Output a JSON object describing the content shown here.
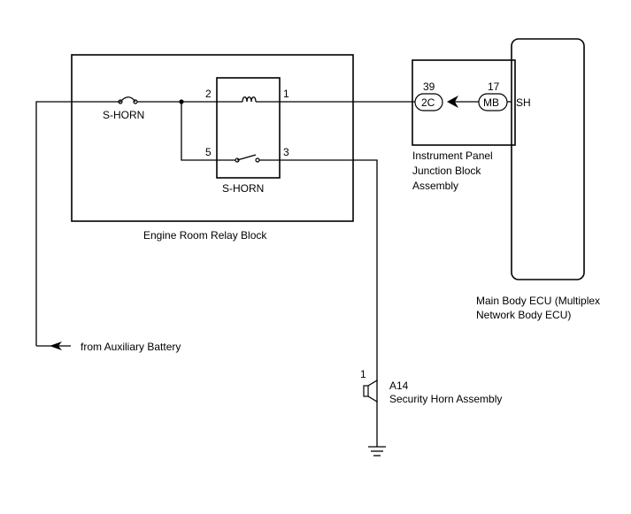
{
  "relay_block": {
    "fuse_label": "S-HORN",
    "relay_label": "S-HORN",
    "caption": "Engine Room Relay Block",
    "pins": {
      "coil_in": "2",
      "coil_out": "1",
      "switch_in": "5",
      "switch_out": "3"
    }
  },
  "junction_block": {
    "caption_line1": "Instrument Panel",
    "caption_line2": "Junction Block",
    "caption_line3": "Assembly",
    "connector": "2C",
    "connector_pin": "39"
  },
  "ecu": {
    "connector": "MB",
    "connector_pin": "17",
    "terminal": "SH",
    "caption_line1": "Main Body ECU (Multiplex",
    "caption_line2": "Network Body ECU)"
  },
  "battery": {
    "label": "from Auxiliary Battery"
  },
  "horn": {
    "pin": "1",
    "code": "A14",
    "name": "Security Horn Assembly"
  }
}
